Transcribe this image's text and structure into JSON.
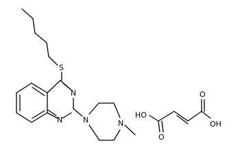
{
  "atoms": {
    "sulfur": "S",
    "ring_n_upper": "N",
    "ring_n_lower": "N",
    "piperazine_n_left": "N",
    "piperazine_n_right": "N",
    "acid_oh_left": "HO",
    "acid_oh_right": "OH",
    "carbonyl_o_left": "O",
    "carbonyl_o_right": "O"
  }
}
